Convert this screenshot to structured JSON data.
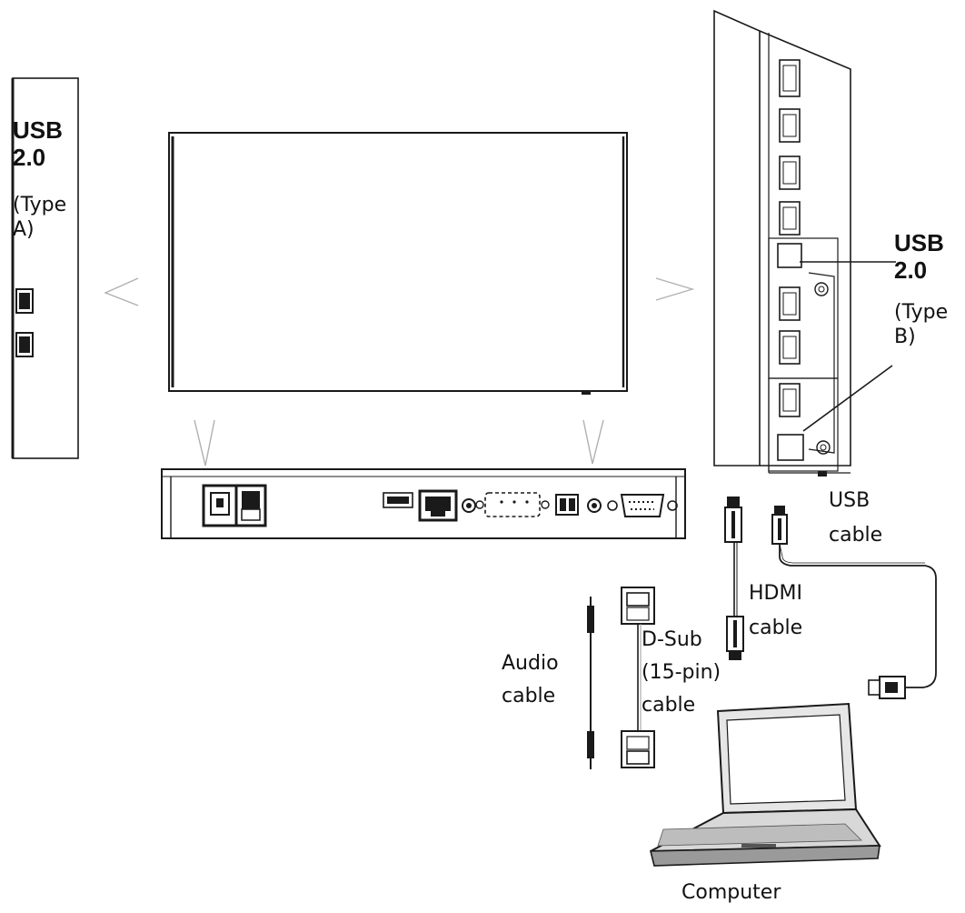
{
  "labels": {
    "usb_type_a": {
      "line1": "USB",
      "line2": "2.0",
      "line3": "(Type",
      "line4": "A)"
    },
    "usb_type_b": {
      "line1": "USB",
      "line2": "2.0",
      "line3": "(Type",
      "line4": "B)"
    },
    "usb_cable": {
      "line1": "USB",
      "line2": "cable"
    },
    "hdmi_cable": {
      "line1": "HDMI",
      "line2": "cable"
    },
    "dsub_cable": {
      "line1": "D-Sub",
      "line2": "(15-pin)",
      "line3": "cable"
    },
    "audio_cable": {
      "line1": "Audio",
      "line2": "cable"
    },
    "computer": "Computer"
  },
  "colors": {
    "line": "#1a1a1a",
    "mid_gray": "#9a9a9a",
    "light_gray": "#c8c8c8",
    "background": "#ffffff"
  }
}
